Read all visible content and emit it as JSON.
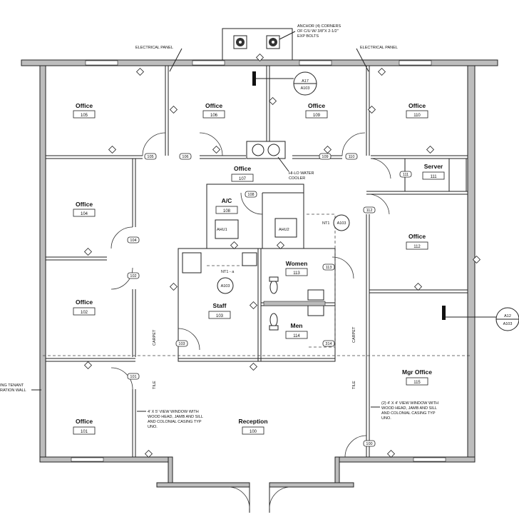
{
  "rooms": [
    {
      "name": "Office",
      "number": "105"
    },
    {
      "name": "Office",
      "number": "106"
    },
    {
      "name": "Office",
      "number": "109"
    },
    {
      "name": "Office",
      "number": "110"
    },
    {
      "name": "Office",
      "number": "107"
    },
    {
      "name": "Server",
      "number": "111"
    },
    {
      "name": "Office",
      "number": "104"
    },
    {
      "name": "A/C",
      "number": "108"
    },
    {
      "name": "Office",
      "number": "112"
    },
    {
      "name": "Women",
      "number": "113"
    },
    {
      "name": "Office",
      "number": "102"
    },
    {
      "name": "Staff",
      "number": "103"
    },
    {
      "name": "Men",
      "number": "114"
    },
    {
      "name": "Mgr Office",
      "number": "115"
    },
    {
      "name": "Office",
      "number": "101"
    },
    {
      "name": "Reception",
      "number": "100"
    }
  ],
  "door_tags": [
    "105",
    "106",
    "109",
    "110",
    "111",
    "108",
    "104",
    "112",
    "102",
    "113",
    "103",
    "314",
    "101",
    "100"
  ],
  "section_marks": [
    {
      "top": "A17",
      "bottom": "A103"
    },
    {
      "top": "A12",
      "bottom": "A103"
    }
  ],
  "detail_marks": [
    "A103",
    "A103"
  ],
  "notes": {
    "anchor": [
      "ANCHOR (4) CORNERS",
      "OF C/U W/ 3/8\"X 2-1/2\"",
      "EXP BOLTS"
    ],
    "electrical_left": "ELECTRICAL PANEL",
    "electrical_right": "ELECTRICAL PANEL",
    "water_cooler": [
      "HI-LO WATER",
      "COOLER"
    ],
    "tenant_wall": [
      "ING TENANT",
      "RATION WALL"
    ],
    "window_left": [
      "4' X 5' VIEW WINDOW WITH",
      "WOOD HEAD, JAMB AND SILL",
      "AND COLONIAL CASING TYP",
      "UNO."
    ],
    "window_right": [
      "(2) 4' X 4' VIEW WINDOW WITH",
      "WOOD HEAD, JAMB AND SILL",
      "AND COLONIAL CASING TYP",
      "UNO."
    ],
    "ahu1": "AHU1",
    "ahu2": "AHU2",
    "carpet": "CARPET",
    "tile": "TILE",
    "carpet2": "CARPET",
    "tile2": "TILE",
    "nt1": "NT1",
    "nt1_staff": "NT1 - a"
  }
}
